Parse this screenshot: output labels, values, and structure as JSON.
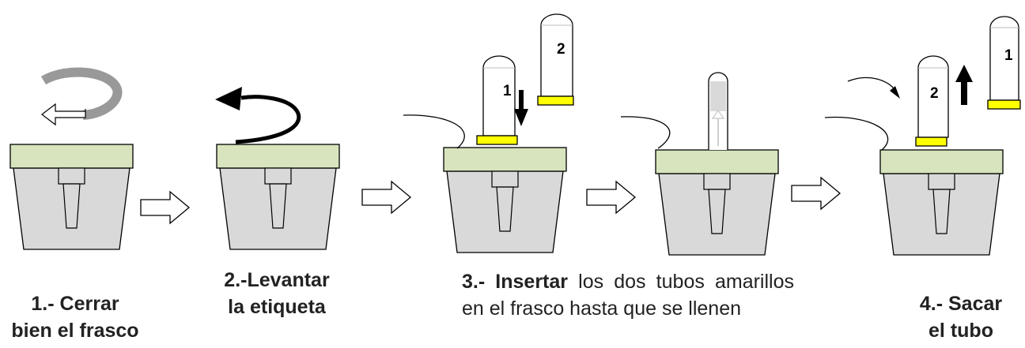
{
  "steps": [
    {
      "caption_line1": "1.- Cerrar",
      "caption_line2": "bien el frasco"
    },
    {
      "caption_line1": "2.-Levantar",
      "caption_line2": "la etiqueta"
    },
    {
      "caption_bold": "3.- Insertar",
      "caption_rest": " los dos tubos amarillos en el frasco hasta que se llenen"
    },
    {
      "caption_line1": "4.- Sacar",
      "caption_line2": "el tubo"
    }
  ],
  "tube_labels": {
    "step3_inserted": "1",
    "step3_waiting": "2",
    "step4_inserted": "2",
    "step4_removed": "1"
  },
  "colors": {
    "lid": "#d7e4bd",
    "jar_fill": "#d9d9d9",
    "tube_band": "#ffff00",
    "outline": "#000000"
  }
}
